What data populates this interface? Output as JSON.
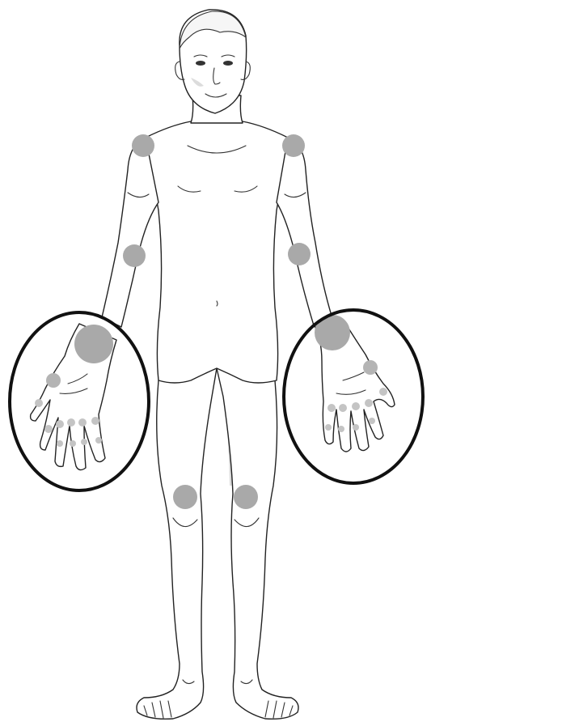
{
  "figure": {
    "subject": "front-view-human-body",
    "colors": {
      "outline": "#222222",
      "affected_joint": "#a9a9a9",
      "affected_joint_light": "#c4c4c4",
      "highlight_ring": "#111111",
      "shading": "#dcdcdc",
      "background": "#ffffff"
    },
    "highlighted_regions": [
      "right-hand",
      "left-hand"
    ],
    "affected_joints": [
      "right-shoulder",
      "left-shoulder",
      "right-elbow",
      "left-elbow",
      "right-wrist",
      "left-wrist",
      "right-hand-knuckles",
      "left-hand-knuckles",
      "right-knee",
      "left-knee"
    ]
  }
}
